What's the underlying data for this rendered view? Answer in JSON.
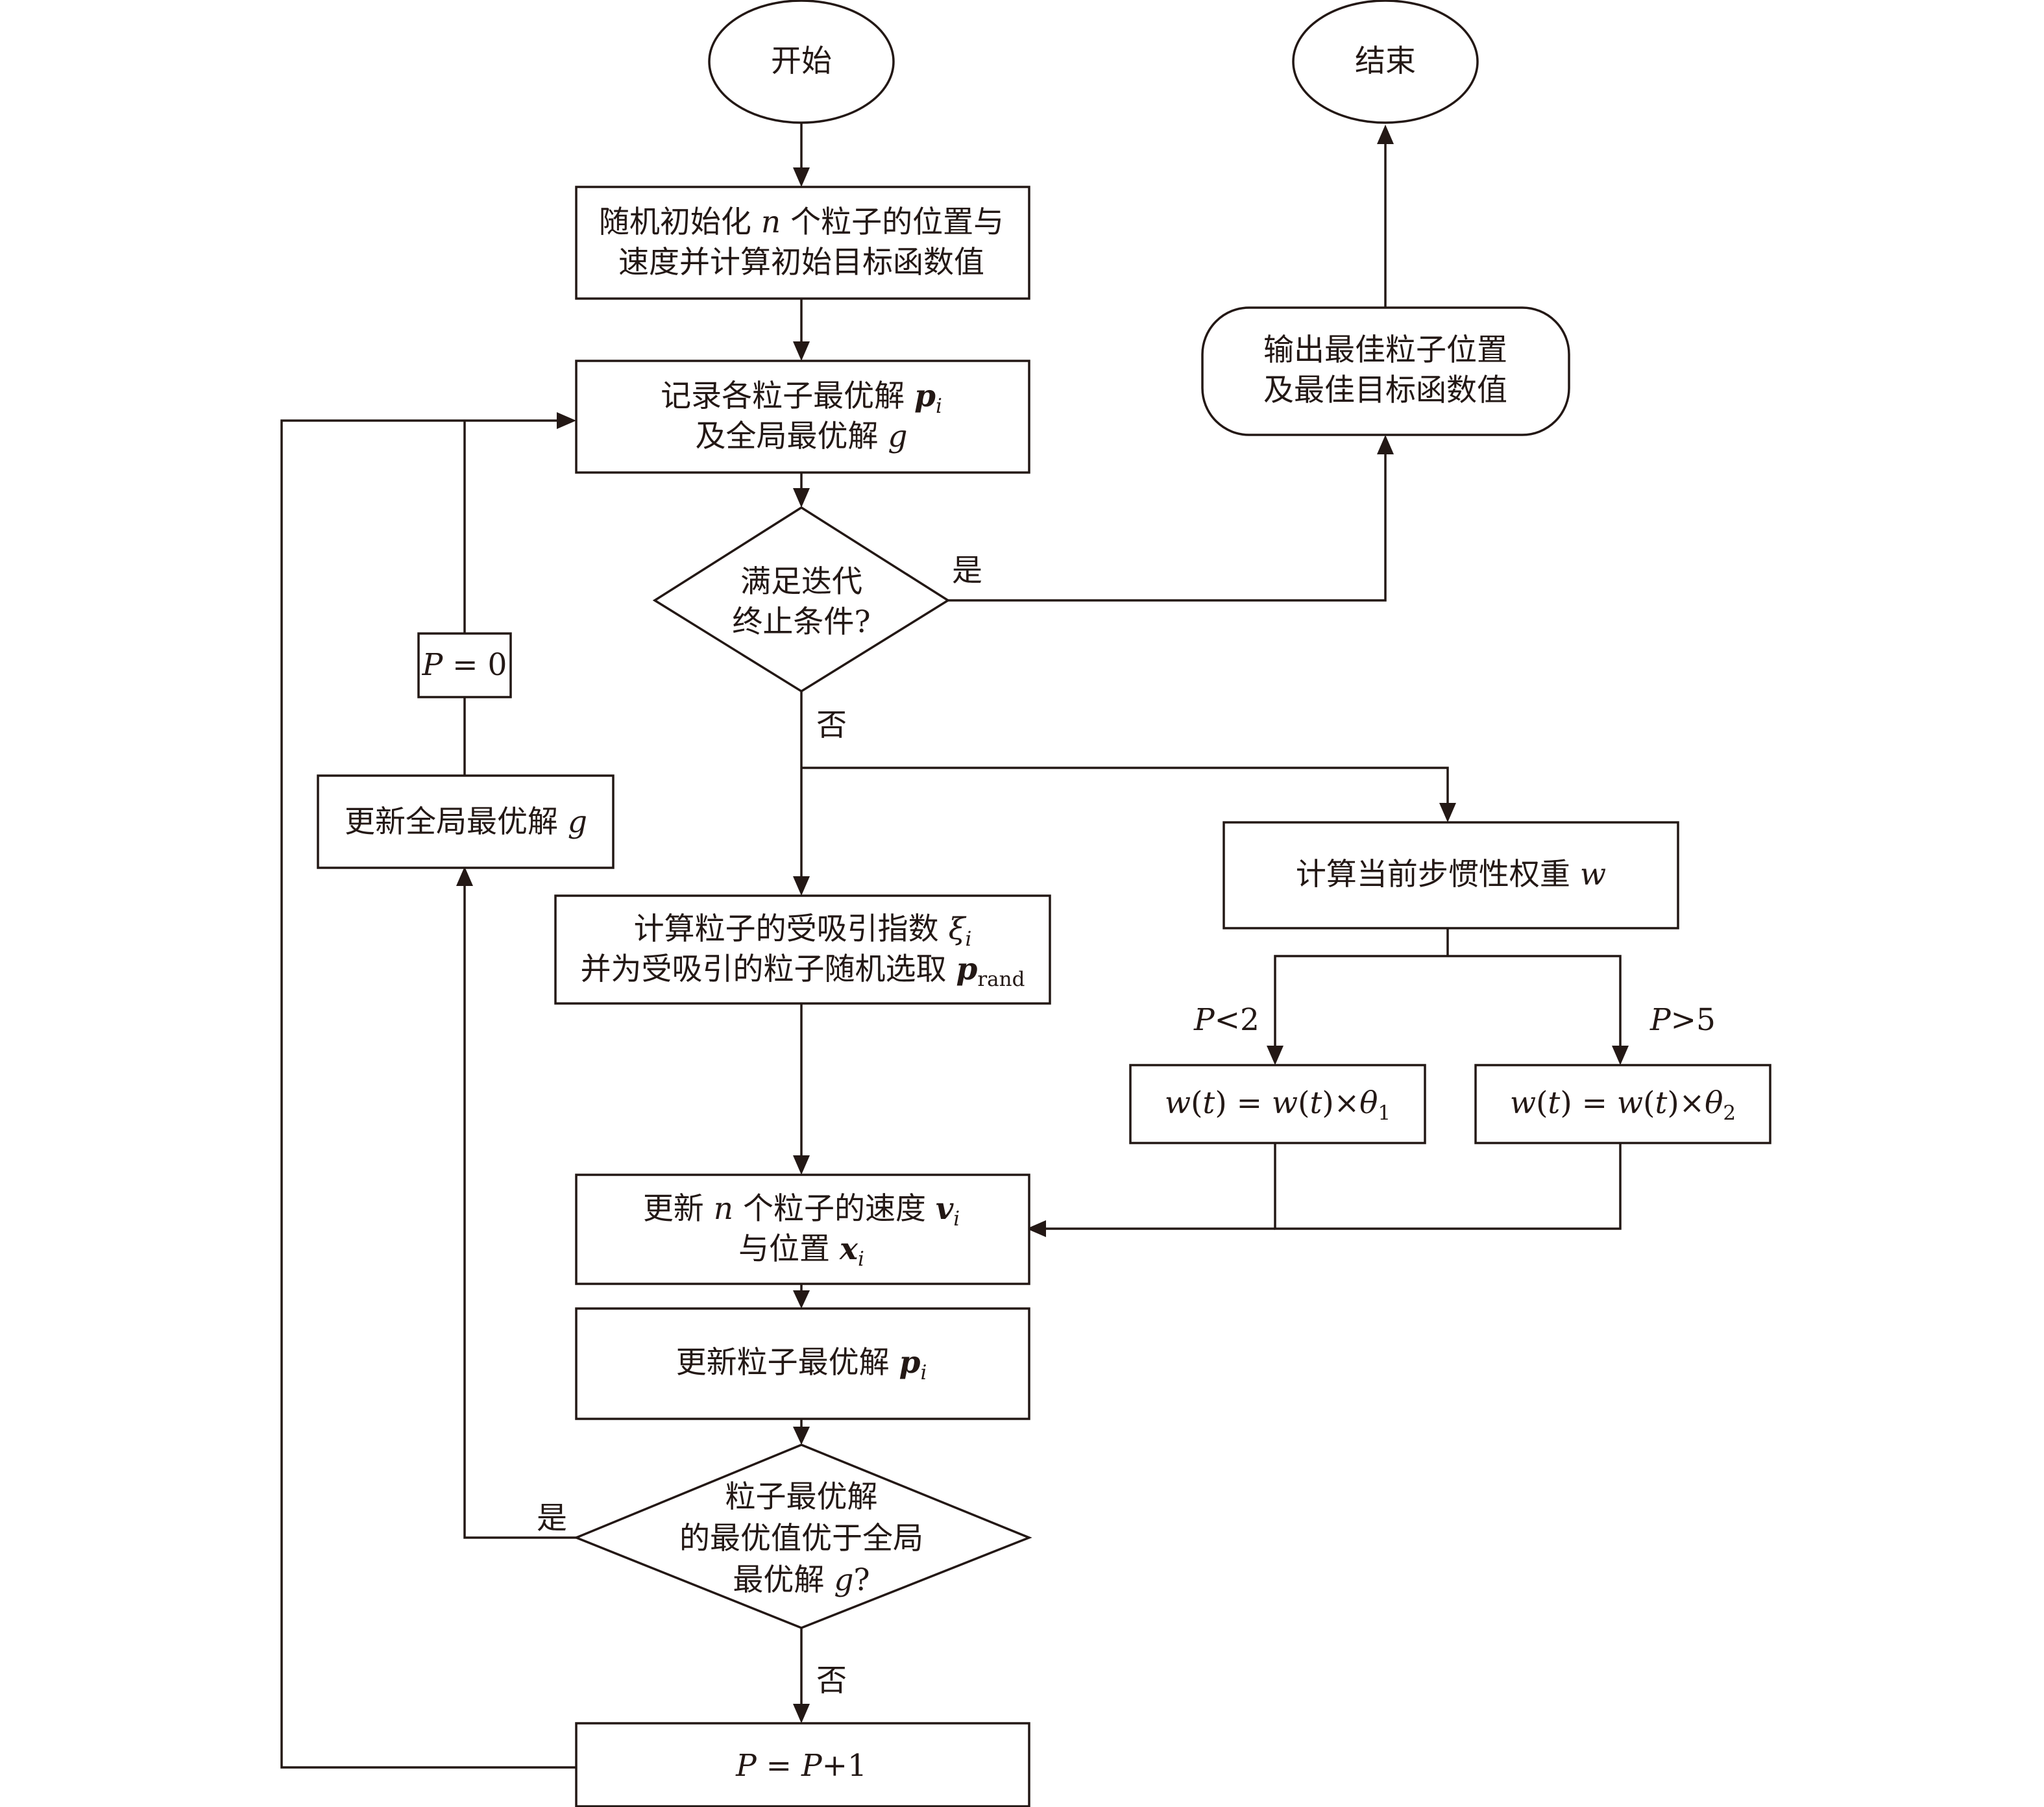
{
  "nodes": {
    "start": "开始",
    "end": "结束",
    "init": {
      "l1a": "随机初始化 ",
      "l1var": "n",
      "l1b": " 个粒子的位置与",
      "l2": "速度并计算初始目标函数值"
    },
    "record": {
      "l1a": "记录各粒子最优解 ",
      "l1var": "p",
      "l1sub": "i",
      "l2a": "及全局最优解 ",
      "l2var": "g"
    },
    "output": {
      "l1": "输出最佳粒子位置",
      "l2": "及最佳目标函数值"
    },
    "check_iter": {
      "l1": "满足迭代",
      "l2": "终止条件?"
    },
    "p_zero": {
      "var": "P",
      "rest": " = 0"
    },
    "update_global": {
      "text": "更新全局最优解 ",
      "var": "g"
    },
    "calc_weight": {
      "text": "计算当前步惯性权重 ",
      "var": "w"
    },
    "calc_attract": {
      "l1a": "计算粒子的受吸引指数 ",
      "l1var": "ξ",
      "l1sub": "i",
      "l2a": "并为受吸引的粒子随机选取 ",
      "l2var": "p",
      "l2sub": "rand"
    },
    "w1": {
      "a": "w",
      "b": "(",
      "c": "t",
      "d": ") = ",
      "e": "w",
      "f": "(",
      "g": "t",
      "h": ")×",
      "i": "θ",
      "sub": "1"
    },
    "w2": {
      "a": "w",
      "b": "(",
      "c": "t",
      "d": ") = ",
      "e": "w",
      "f": "(",
      "g": "t",
      "h": ")×",
      "i": "θ",
      "sub": "2"
    },
    "update_vel": {
      "l1a": "更新 ",
      "l1var": "n",
      "l1b": " 个粒子的速度 ",
      "l1var2": "v",
      "l1sub": "i",
      "l2a": "与位置 ",
      "l2var": "x",
      "l2sub": "i"
    },
    "update_pbest": {
      "text": "更新粒子最优解 ",
      "var": "p",
      "sub": "i"
    },
    "compare": {
      "l1": "粒子最优解",
      "l2": "的最优值优于全局",
      "l3a": "最优解 ",
      "l3var": "g",
      "l3b": "?"
    },
    "p_inc": {
      "var1": "P",
      "mid": " = ",
      "var2": "P",
      "rest": "+1"
    }
  },
  "edge_labels": {
    "iter_yes": "是",
    "iter_no": "否",
    "cmp_yes": "是",
    "cmp_no": "否",
    "p_lt": {
      "var": "P",
      "rest": "<2"
    },
    "p_gt": {
      "var": "P",
      "rest": ">5"
    }
  }
}
